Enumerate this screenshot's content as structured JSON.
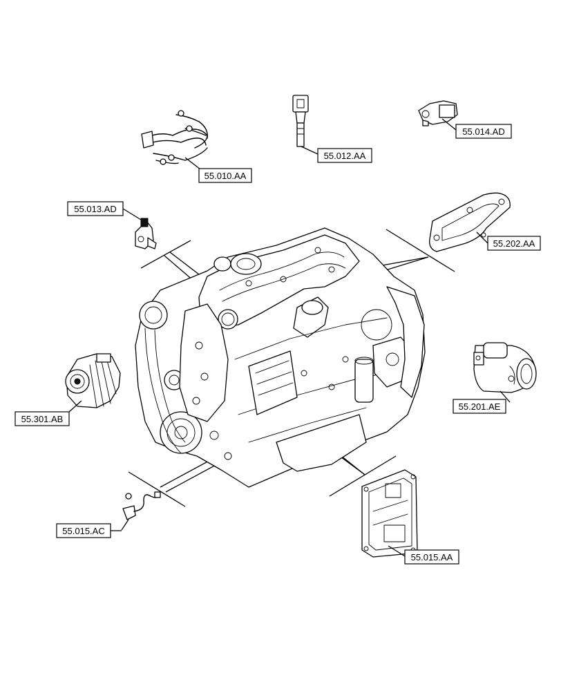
{
  "callouts": [
    {
      "id": "c01",
      "label": "55.010.AA"
    },
    {
      "id": "c02",
      "label": "55.012.AA"
    },
    {
      "id": "c03",
      "label": "55.014.AD"
    },
    {
      "id": "c04",
      "label": "55.013.AD"
    },
    {
      "id": "c05",
      "label": "55.202.AA"
    },
    {
      "id": "c06",
      "label": "55.201.AE"
    },
    {
      "id": "c07",
      "label": "55.301.AB"
    },
    {
      "id": "c08",
      "label": "55.015.AC"
    },
    {
      "id": "c09",
      "label": "55.015.AA"
    }
  ],
  "icons": {
    "engine": "engine-icon",
    "harness": "wiring-harness-icon",
    "sensor": "sensor-icon",
    "gasket": "gasket-icon",
    "starter": "starter-motor-icon",
    "alternator": "alternator-icon",
    "ecu": "ecu-module-icon"
  }
}
